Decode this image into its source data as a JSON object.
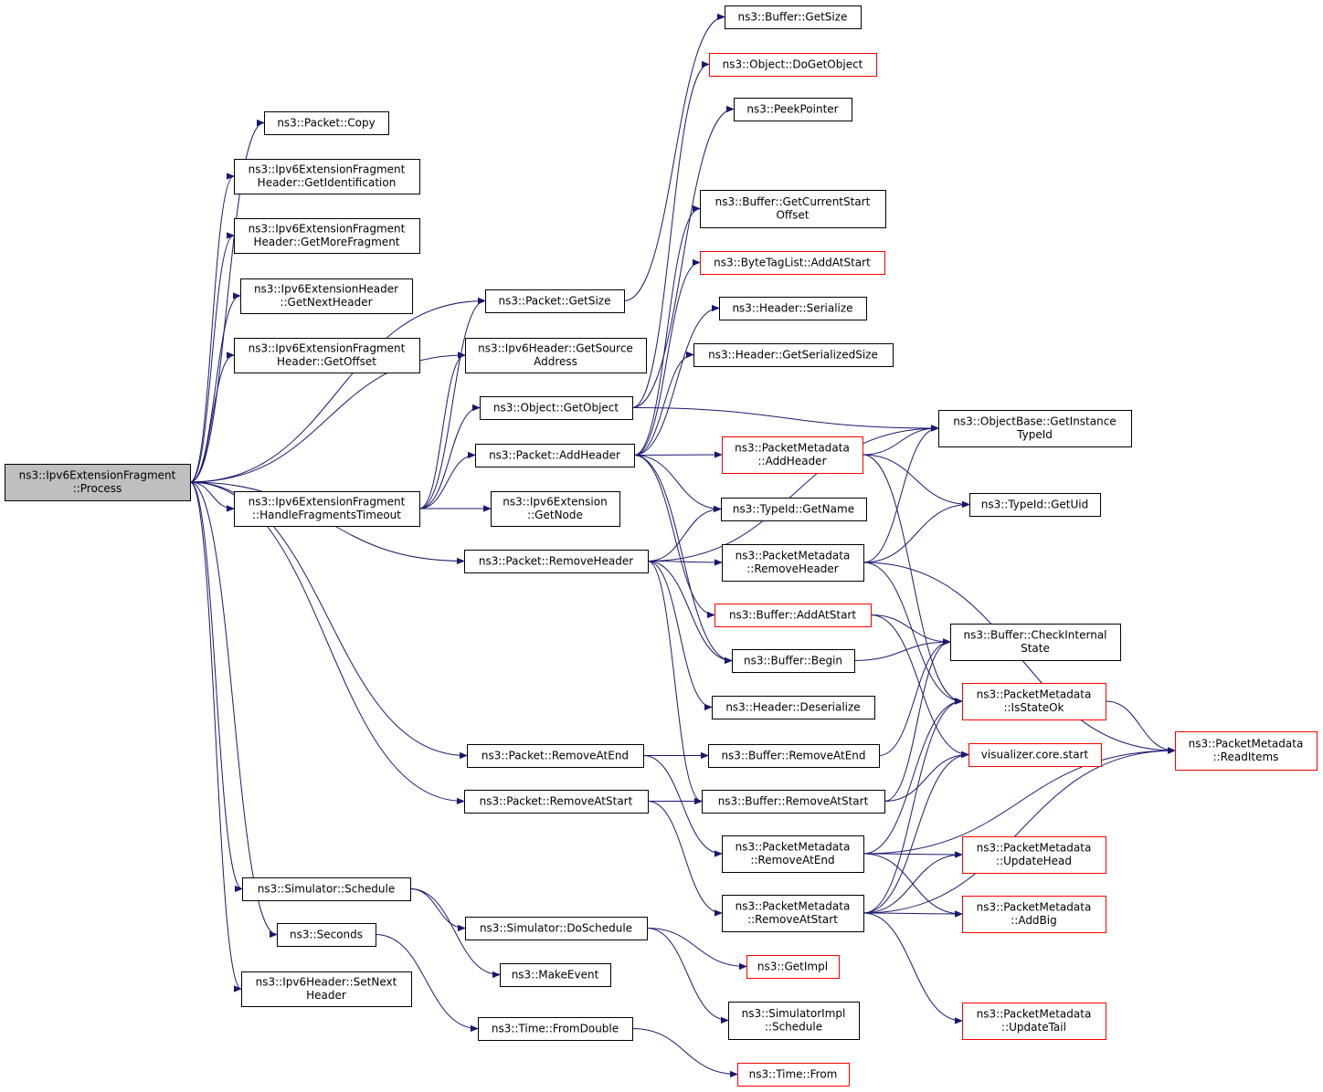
{
  "graph": {
    "root": "process",
    "nodes": [
      {
        "id": "process",
        "lines": [
          "ns3::Ipv6ExtensionFragment",
          "::Process"
        ],
        "style": "root"
      },
      {
        "id": "copy",
        "lines": [
          "ns3::Packet::Copy"
        ],
        "style": "normal"
      },
      {
        "id": "getident",
        "lines": [
          "ns3::Ipv6ExtensionFragment",
          "Header::GetIdentification"
        ],
        "style": "normal"
      },
      {
        "id": "getmorefrag",
        "lines": [
          "ns3::Ipv6ExtensionFragment",
          "Header::GetMoreFragment"
        ],
        "style": "normal"
      },
      {
        "id": "getnexthdr",
        "lines": [
          "ns3::Ipv6ExtensionHeader",
          "::GetNextHeader"
        ],
        "style": "normal"
      },
      {
        "id": "getoffset",
        "lines": [
          "ns3::Ipv6ExtensionFragment",
          "Header::GetOffset"
        ],
        "style": "normal"
      },
      {
        "id": "handlefrag",
        "lines": [
          "ns3::Ipv6ExtensionFragment",
          "::HandleFragmentsTimeout"
        ],
        "style": "normal"
      },
      {
        "id": "schedule",
        "lines": [
          "ns3::Simulator::Schedule"
        ],
        "style": "normal"
      },
      {
        "id": "seconds",
        "lines": [
          "ns3::Seconds"
        ],
        "style": "normal"
      },
      {
        "id": "setnext",
        "lines": [
          "ns3::Ipv6Header::SetNext",
          "Header"
        ],
        "style": "normal"
      },
      {
        "id": "pktgetsize",
        "lines": [
          "ns3::Packet::GetSize"
        ],
        "style": "normal"
      },
      {
        "id": "getsrcaddr",
        "lines": [
          "ns3::Ipv6Header::GetSource",
          "Address"
        ],
        "style": "normal"
      },
      {
        "id": "getobject",
        "lines": [
          "ns3::Object::GetObject"
        ],
        "style": "normal"
      },
      {
        "id": "addheader",
        "lines": [
          "ns3::Packet::AddHeader"
        ],
        "style": "normal"
      },
      {
        "id": "getnode",
        "lines": [
          "ns3::Ipv6Extension",
          "::GetNode"
        ],
        "style": "normal"
      },
      {
        "id": "removeheader",
        "lines": [
          "ns3::Packet::RemoveHeader"
        ],
        "style": "normal"
      },
      {
        "id": "removeatend",
        "lines": [
          "ns3::Packet::RemoveAtEnd"
        ],
        "style": "normal"
      },
      {
        "id": "removeatstart",
        "lines": [
          "ns3::Packet::RemoveAtStart"
        ],
        "style": "normal"
      },
      {
        "id": "doschedule",
        "lines": [
          "ns3::Simulator::DoSchedule"
        ],
        "style": "normal"
      },
      {
        "id": "makeevent",
        "lines": [
          "ns3::MakeEvent"
        ],
        "style": "normal"
      },
      {
        "id": "fromdouble",
        "lines": [
          "ns3::Time::FromDouble"
        ],
        "style": "normal"
      },
      {
        "id": "bufgetsize",
        "lines": [
          "ns3::Buffer::GetSize"
        ],
        "style": "normal"
      },
      {
        "id": "dogetobject",
        "lines": [
          "ns3::Object::DoGetObject"
        ],
        "style": "red"
      },
      {
        "id": "peekpointer",
        "lines": [
          "ns3::PeekPointer"
        ],
        "style": "normal"
      },
      {
        "id": "getcurstart",
        "lines": [
          "ns3::Buffer::GetCurrentStart",
          "Offset"
        ],
        "style": "normal"
      },
      {
        "id": "bytetagaddatstart",
        "lines": [
          "ns3::ByteTagList::AddAtStart"
        ],
        "style": "red"
      },
      {
        "id": "hdrserialize",
        "lines": [
          "ns3::Header::Serialize"
        ],
        "style": "normal"
      },
      {
        "id": "hdrgetsersize",
        "lines": [
          "ns3::Header::GetSerializedSize"
        ],
        "style": "normal"
      },
      {
        "id": "pmaddheader",
        "lines": [
          "ns3::PacketMetadata",
          "::AddHeader"
        ],
        "style": "red"
      },
      {
        "id": "typeidgetname",
        "lines": [
          "ns3::TypeId::GetName"
        ],
        "style": "normal"
      },
      {
        "id": "pmremoveheader",
        "lines": [
          "ns3::PacketMetadata",
          "::RemoveHeader"
        ],
        "style": "normal"
      },
      {
        "id": "bufaddatstart",
        "lines": [
          "ns3::Buffer::AddAtStart"
        ],
        "style": "red"
      },
      {
        "id": "bufbegin",
        "lines": [
          "ns3::Buffer::Begin"
        ],
        "style": "normal"
      },
      {
        "id": "hdrdeserialize",
        "lines": [
          "ns3::Header::Deserialize"
        ],
        "style": "normal"
      },
      {
        "id": "bufremoveatend",
        "lines": [
          "ns3::Buffer::RemoveAtEnd"
        ],
        "style": "normal"
      },
      {
        "id": "bufremoveatstart",
        "lines": [
          "ns3::Buffer::RemoveAtStart"
        ],
        "style": "normal"
      },
      {
        "id": "pmremoveatend",
        "lines": [
          "ns3::PacketMetadata",
          "::RemoveAtEnd"
        ],
        "style": "normal"
      },
      {
        "id": "pmremoveatstart",
        "lines": [
          "ns3::PacketMetadata",
          "::RemoveAtStart"
        ],
        "style": "normal"
      },
      {
        "id": "getimpl",
        "lines": [
          "ns3::GetImpl"
        ],
        "style": "red"
      },
      {
        "id": "simimplschedule",
        "lines": [
          "ns3::SimulatorImpl",
          "::Schedule"
        ],
        "style": "normal"
      },
      {
        "id": "timefrom",
        "lines": [
          "ns3::Time::From"
        ],
        "style": "red"
      },
      {
        "id": "getinstancetypeid",
        "lines": [
          "ns3::ObjectBase::GetInstance",
          "TypeId"
        ],
        "style": "normal"
      },
      {
        "id": "typeidgetuid",
        "lines": [
          "ns3::TypeId::GetUid"
        ],
        "style": "normal"
      },
      {
        "id": "checkinternalstate",
        "lines": [
          "ns3::Buffer::CheckInternal",
          "State"
        ],
        "style": "normal"
      },
      {
        "id": "isstateok",
        "lines": [
          "ns3::PacketMetadata",
          "::IsStateOk"
        ],
        "style": "red"
      },
      {
        "id": "vizstart",
        "lines": [
          "visualizer.core.start"
        ],
        "style": "red"
      },
      {
        "id": "updatehead",
        "lines": [
          "ns3::PacketMetadata",
          "::UpdateHead"
        ],
        "style": "red"
      },
      {
        "id": "addbig",
        "lines": [
          "ns3::PacketMetadata",
          "::AddBig"
        ],
        "style": "red"
      },
      {
        "id": "updatetail",
        "lines": [
          "ns3::PacketMetadata",
          "::UpdateTail"
        ],
        "style": "red"
      },
      {
        "id": "readitems",
        "lines": [
          "ns3::PacketMetadata",
          "::ReadItems"
        ],
        "style": "red"
      }
    ],
    "edges": [
      [
        "process",
        "copy"
      ],
      [
        "process",
        "getident"
      ],
      [
        "process",
        "getmorefrag"
      ],
      [
        "process",
        "getnexthdr"
      ],
      [
        "process",
        "getoffset"
      ],
      [
        "process",
        "pktgetsize"
      ],
      [
        "process",
        "getsrcaddr"
      ],
      [
        "process",
        "handlefrag"
      ],
      [
        "process",
        "removeheader"
      ],
      [
        "process",
        "removeatend"
      ],
      [
        "process",
        "removeatstart"
      ],
      [
        "process",
        "schedule"
      ],
      [
        "process",
        "seconds"
      ],
      [
        "process",
        "setnext"
      ],
      [
        "handlefrag",
        "pktgetsize"
      ],
      [
        "handlefrag",
        "getsrcaddr"
      ],
      [
        "handlefrag",
        "getobject"
      ],
      [
        "handlefrag",
        "addheader"
      ],
      [
        "handlefrag",
        "getnode"
      ],
      [
        "pktgetsize",
        "bufgetsize"
      ],
      [
        "getobject",
        "dogetobject"
      ],
      [
        "getobject",
        "peekpointer"
      ],
      [
        "getobject",
        "getinstancetypeid"
      ],
      [
        "addheader",
        "getcurstart"
      ],
      [
        "addheader",
        "bytetagaddatstart"
      ],
      [
        "addheader",
        "hdrserialize"
      ],
      [
        "addheader",
        "hdrgetsersize"
      ],
      [
        "addheader",
        "pmaddheader"
      ],
      [
        "addheader",
        "typeidgetname"
      ],
      [
        "addheader",
        "bufaddatstart"
      ],
      [
        "addheader",
        "bufbegin"
      ],
      [
        "removeheader",
        "getinstancetypeid"
      ],
      [
        "removeheader",
        "typeidgetname"
      ],
      [
        "removeheader",
        "pmremoveheader"
      ],
      [
        "removeheader",
        "bufbegin"
      ],
      [
        "removeheader",
        "hdrdeserialize"
      ],
      [
        "removeheader",
        "bufremoveatstart"
      ],
      [
        "removeatend",
        "bufremoveatend"
      ],
      [
        "removeatend",
        "pmremoveatend"
      ],
      [
        "removeatstart",
        "bufremoveatstart"
      ],
      [
        "removeatstart",
        "pmremoveatstart"
      ],
      [
        "schedule",
        "doschedule"
      ],
      [
        "schedule",
        "makeevent"
      ],
      [
        "seconds",
        "fromdouble"
      ],
      [
        "doschedule",
        "getimpl"
      ],
      [
        "doschedule",
        "simimplschedule"
      ],
      [
        "fromdouble",
        "timefrom"
      ],
      [
        "pmaddheader",
        "getinstancetypeid"
      ],
      [
        "pmaddheader",
        "typeidgetuid"
      ],
      [
        "pmaddheader",
        "isstateok"
      ],
      [
        "pmremoveheader",
        "getinstancetypeid"
      ],
      [
        "pmremoveheader",
        "typeidgetuid"
      ],
      [
        "pmremoveheader",
        "isstateok"
      ],
      [
        "pmremoveheader",
        "readitems"
      ],
      [
        "bufaddatstart",
        "checkinternalstate"
      ],
      [
        "bufaddatstart",
        "vizstart"
      ],
      [
        "bufbegin",
        "checkinternalstate"
      ],
      [
        "bufremoveatend",
        "checkinternalstate"
      ],
      [
        "bufremoveatstart",
        "checkinternalstate"
      ],
      [
        "bufremoveatstart",
        "vizstart"
      ],
      [
        "pmremoveatend",
        "isstateok"
      ],
      [
        "pmremoveatend",
        "readitems"
      ],
      [
        "pmremoveatend",
        "updatehead"
      ],
      [
        "pmremoveatend",
        "addbig"
      ],
      [
        "pmremoveatstart",
        "isstateok"
      ],
      [
        "pmremoveatstart",
        "vizstart"
      ],
      [
        "pmremoveatstart",
        "updatehead"
      ],
      [
        "pmremoveatstart",
        "addbig"
      ],
      [
        "pmremoveatstart",
        "updatetail"
      ],
      [
        "pmremoveatstart",
        "readitems"
      ],
      [
        "isstateok",
        "readitems"
      ]
    ]
  }
}
